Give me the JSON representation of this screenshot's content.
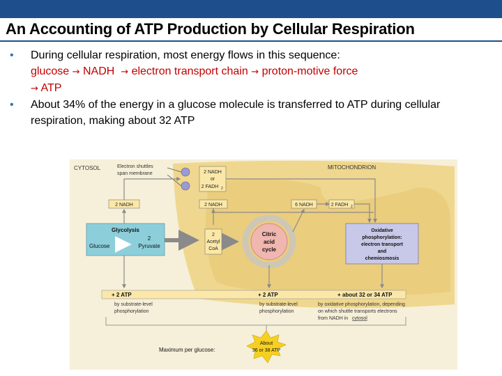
{
  "slide": {
    "title": "An Accounting of ATP Production by Cellular Respiration",
    "bullets": [
      "During cellular respiration, most energy flows in this sequence:",
      "About 34% of the energy in a glucose molecule is transferred to ATP during cellular respiration, making about 32 ATP"
    ],
    "sequence": {
      "line1": [
        "glucose",
        "NADH",
        "electron transport chain",
        "proton-motive force"
      ],
      "line2": "ATP"
    },
    "arrow_glyph": "→",
    "bullet_glyph": "•"
  },
  "diagram": {
    "cytosol": "CYTOSOL",
    "mitochondrion": "MITOCHONDRION",
    "shuttle_1": "Electron shuttles",
    "shuttle_2": "span membrane",
    "nadh_or_1": "2 NADH",
    "nadh_or_2": "or",
    "nadh_or_3": "2 FADH",
    "nadh_left": "2 NADH",
    "nadh_mid": "2 NADH",
    "nadh_6": "6 NADH",
    "fadh_2": "2 FADH",
    "subscript_2": "2",
    "glycolysis_title": "Glycolysis",
    "glucose": "Glucose",
    "two": "2",
    "pyruvate": "Pyruvate",
    "acetyl_1": "2",
    "acetyl_2": "Acetyl",
    "acetyl_3": "CoA",
    "citric_1": "Citric",
    "citric_2": "acid",
    "citric_3": "cycle",
    "oxphos_1": "Oxidative",
    "oxphos_2": "phosphorylation:",
    "oxphos_3": "electron transport",
    "oxphos_4": "and",
    "oxphos_5": "chemiosmosis",
    "atp_left": "+ 2 ATP",
    "atp_mid": "+ 2 ATP",
    "atp_right": "+ about 32 or 34 ATP",
    "sub_left_1": "by substrate-level",
    "sub_left_2": "phosphorylation",
    "sub_mid_1": "by substrate-level",
    "sub_mid_2": "phosphorylation",
    "ox_note_1": "by oxidative phosphorylation, depending",
    "ox_note_2": "on which shuttle transports electrons",
    "ox_note_3": "from NADH in",
    "ox_note_4": "cytosol",
    "max_label": "Maximum per glucose:",
    "about_1": "About",
    "about_2": "36 or 38 ATP"
  }
}
